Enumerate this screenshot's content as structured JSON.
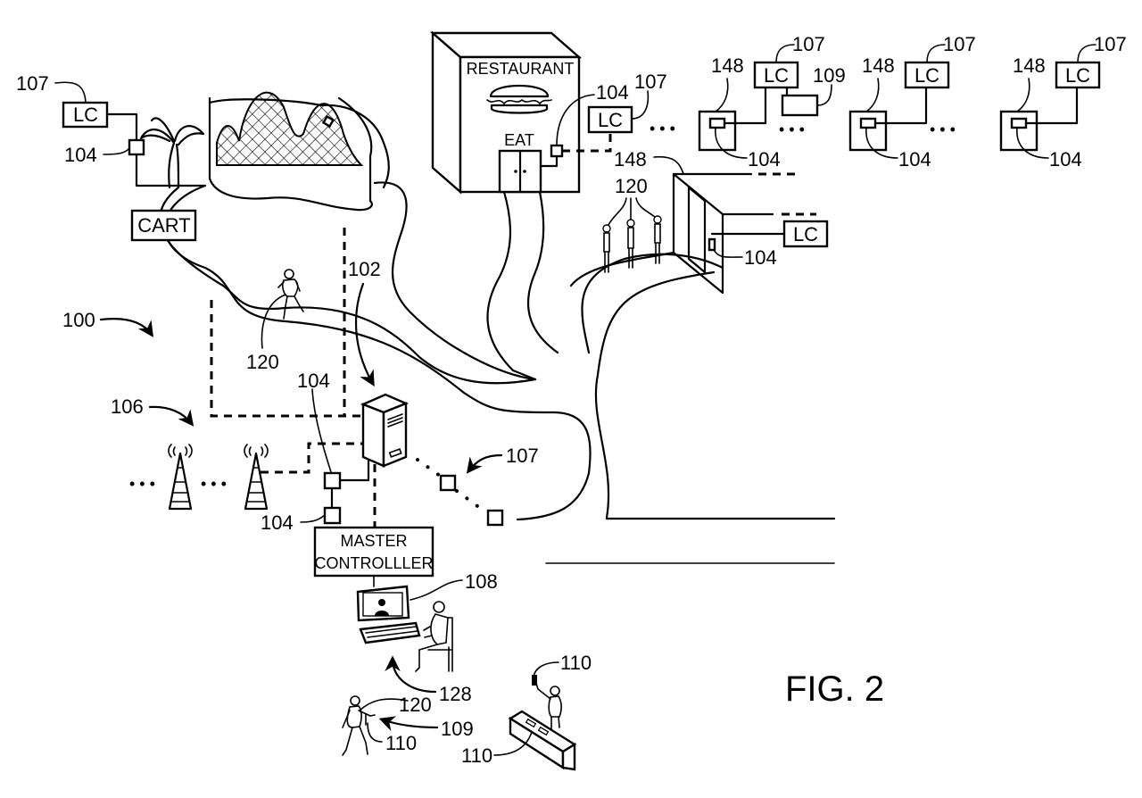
{
  "figure": {
    "title": "FIG. 2",
    "system_ref": "100"
  },
  "boxes": {
    "lc": "LC",
    "cart": "CART",
    "restaurant": "RESTAURANT",
    "eat": "EAT",
    "master_controller_line1": "MASTER",
    "master_controller_line2": "CONTROLLLER"
  },
  "refs": {
    "r100": "100",
    "r102": "102",
    "r104": "104",
    "r106": "106",
    "r107": "107",
    "r108": "108",
    "r109": "109",
    "r110": "110",
    "r120": "120",
    "r128": "128",
    "r148": "148"
  },
  "ellipsis": "• • •"
}
